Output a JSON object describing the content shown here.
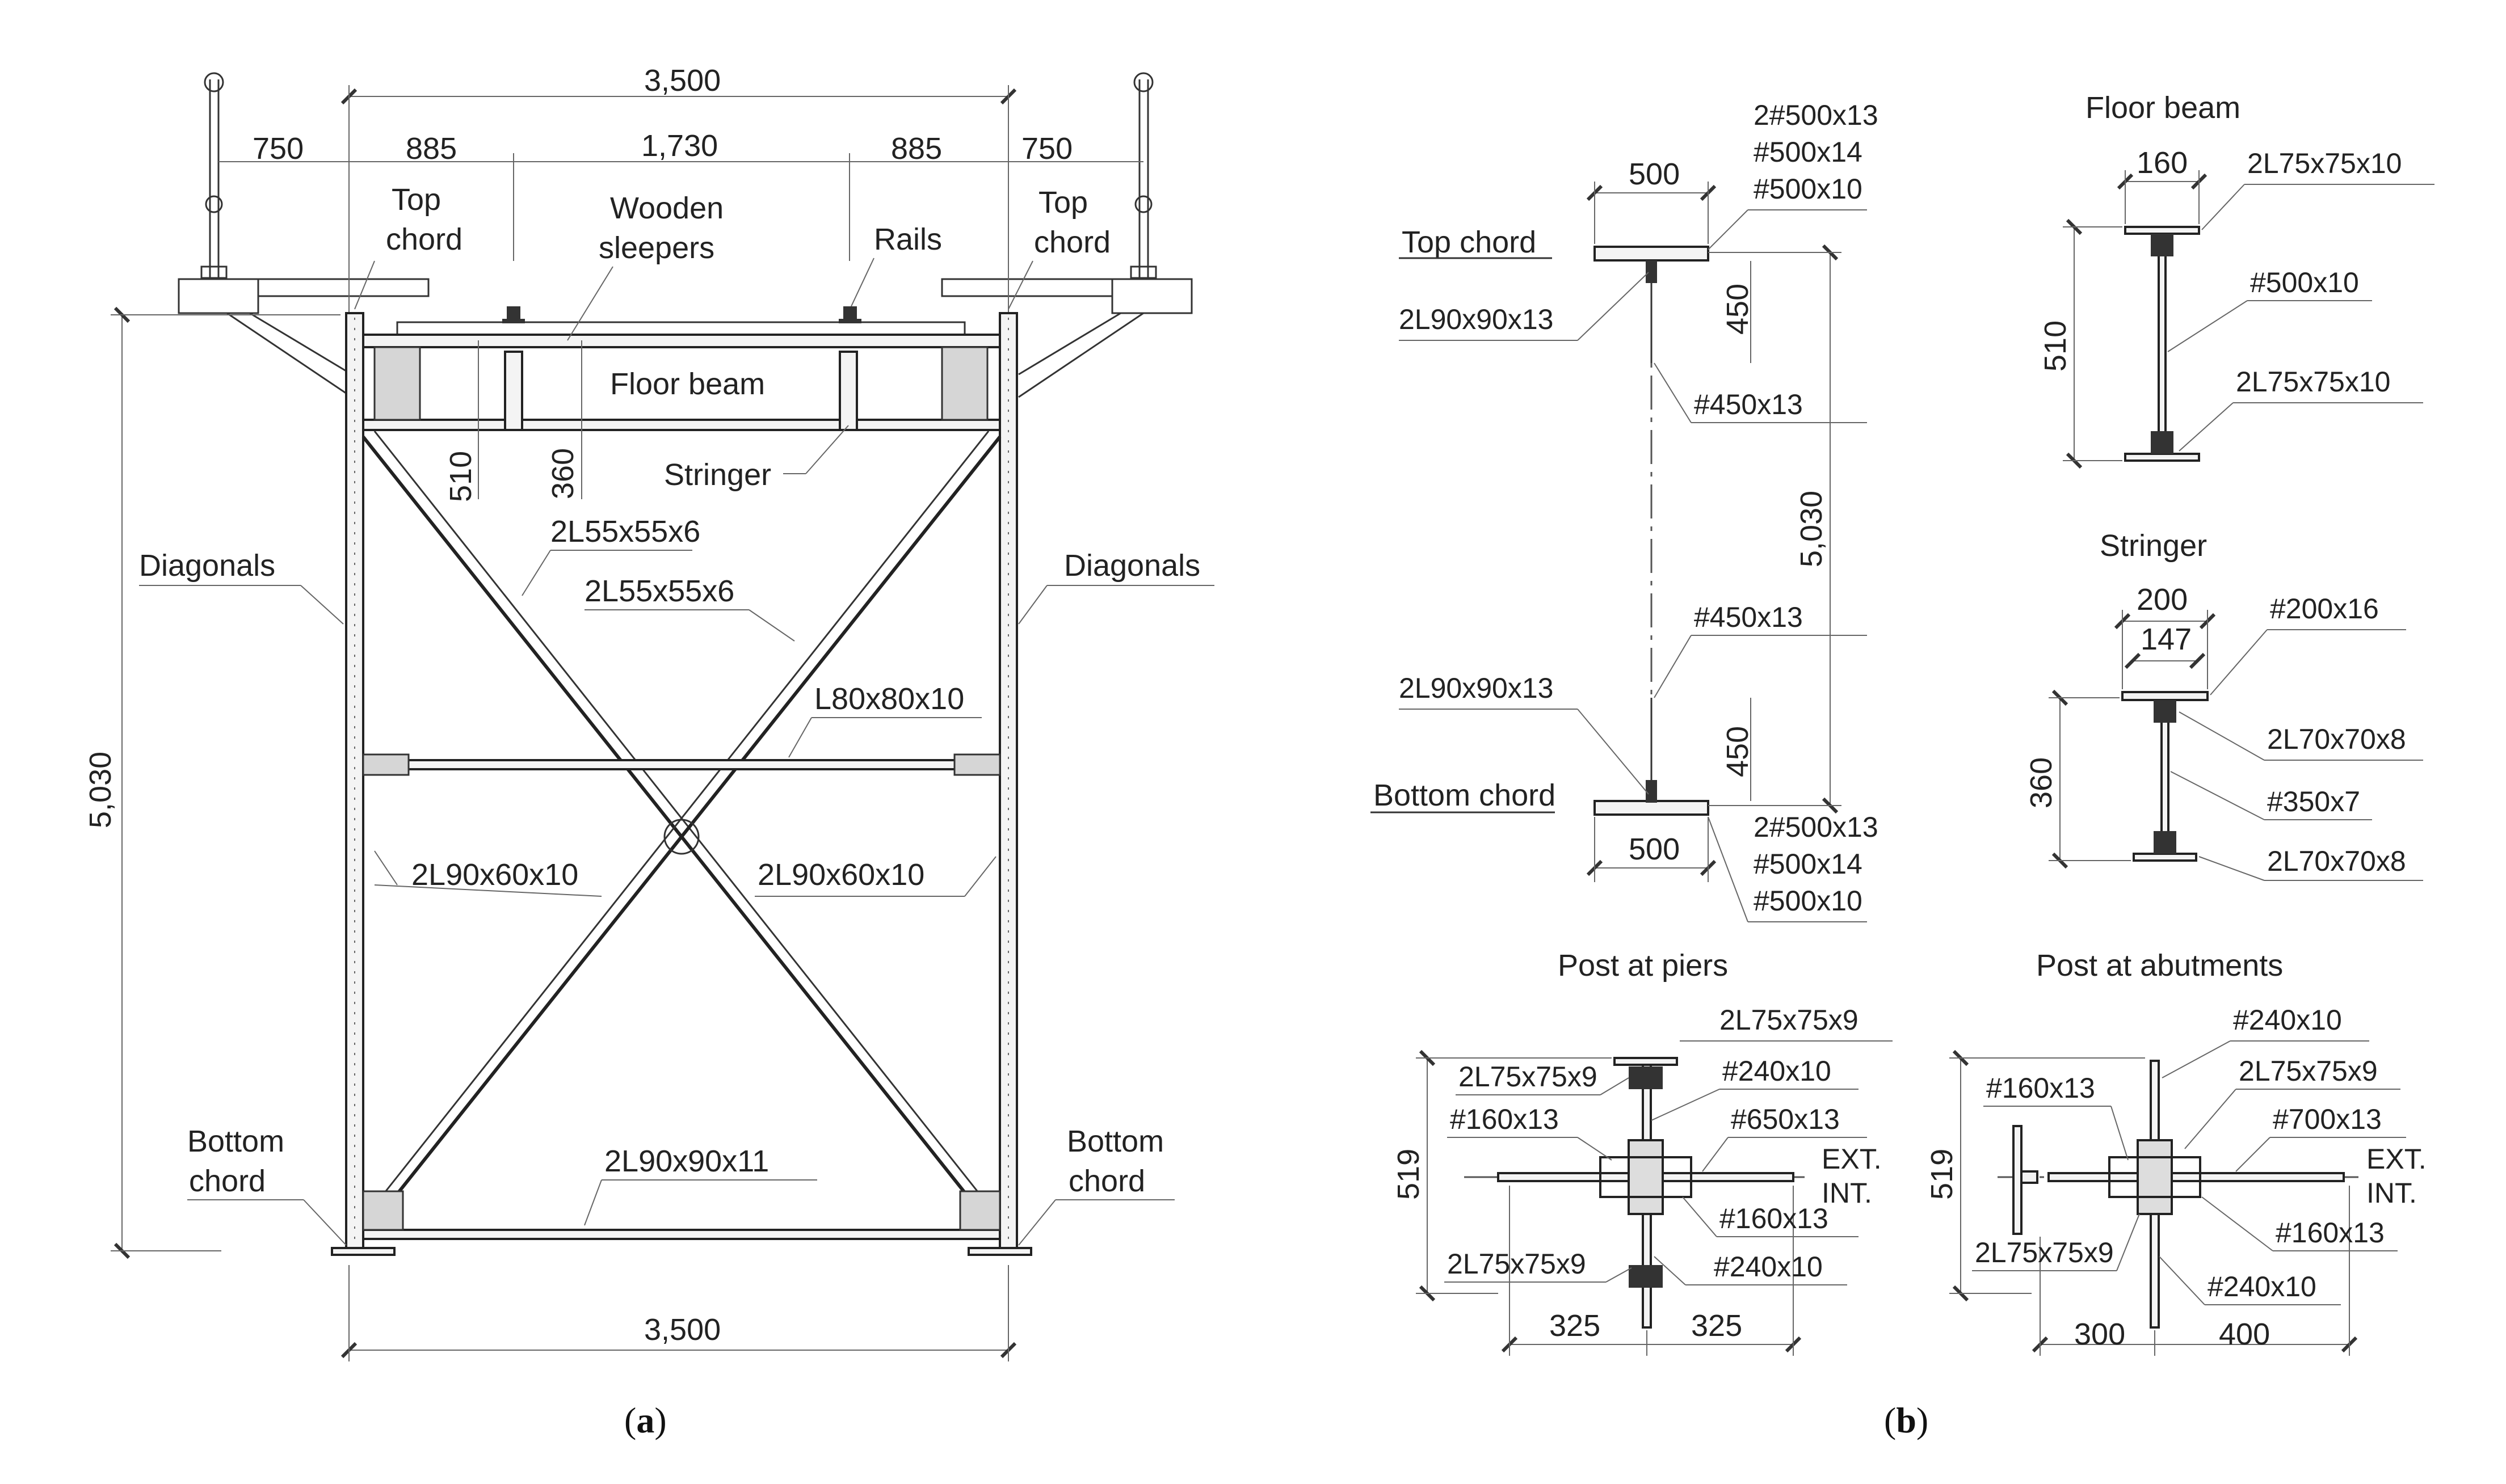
{
  "panel_a": {
    "caption_letter": "a",
    "dims": {
      "overall_top": "3,500",
      "overall_bottom": "3,500",
      "left_cantilever": "750",
      "right_cantilever": "750",
      "left_rail_offset": "885",
      "right_rail_offset": "885",
      "rail_gauge": "1,730",
      "height": "5,030",
      "floor_beam_depth": "510",
      "stringer_depth": "360"
    },
    "labels": {
      "top_chord_left_1": "Top",
      "top_chord_left_2": "chord",
      "top_chord_right_1": "Top",
      "top_chord_right_2": "chord",
      "wooden_1": "Wooden",
      "wooden_2": "sleepers",
      "rails": "Rails",
      "floor_beam": "Floor beam",
      "stringer": "Stringer",
      "upper_brace_1": "2L55x55x6",
      "upper_brace_2": "2L55x55x6",
      "diagonals_left": "Diagonals",
      "diagonals_right": "Diagonals",
      "mid_strut": "L80x80x10",
      "post_left": "2L90x60x10",
      "post_right": "2L90x60x10",
      "bottom_strut": "2L90x90x11",
      "bottom_chord_left_1": "Bottom",
      "bottom_chord_left_2": "chord",
      "bottom_chord_right_1": "Bottom",
      "bottom_chord_right_2": "chord"
    }
  },
  "panel_b": {
    "caption_letter": "b",
    "chord": {
      "top_title": "Top chord",
      "bottom_title": "Bottom chord",
      "top_width": "500",
      "bottom_width": "500",
      "top_plates": [
        "2#500x13",
        "#500x14",
        "#500x10"
      ],
      "bottom_plates": [
        "2#500x13",
        "#500x14",
        "#500x10"
      ],
      "top_angles": "2L90x90x13",
      "bottom_angles": "2L90x90x13",
      "top_web": "#450x13",
      "bottom_web": "#450x13",
      "top_web_depth": "450",
      "bottom_web_depth": "450",
      "height": "5,030"
    },
    "floor_beam": {
      "title": "Floor beam",
      "flange_width": "160",
      "top_angles": "2L75x75x10",
      "web": "#500x10",
      "bottom_angles": "2L75x75x10",
      "depth": "510"
    },
    "stringer": {
      "title": "Stringer",
      "width_outer": "200",
      "width_inner": "147",
      "plate": "#200x16",
      "top_angles": "2L70x70x8",
      "web": "#350x7",
      "bottom_angles": "2L70x70x8",
      "depth": "360"
    },
    "post_piers": {
      "title": "Post at piers",
      "top_angles": "2L75x75x9",
      "left_angles": "2L75x75x9",
      "top_plate": "#240x10",
      "left_plate": "#160x13",
      "main_plate": "#650x13",
      "right_plate": "#160x13",
      "bottom_left_angles": "2L75x75x9",
      "bottom_plate": "#240x10",
      "ext": "EXT.",
      "int": "INT.",
      "depth": "519",
      "left_width": "325",
      "right_width": "325"
    },
    "post_abutments": {
      "title": "Post at abutments",
      "top_plate": "#240x10",
      "top_angles": "2L75x75x9",
      "left_plate": "#160x13",
      "main_plate": "#700x13",
      "ext": "EXT.",
      "int": "INT.",
      "right_plate": "#160x13",
      "bottom_left_angles": "2L75x75x9",
      "bottom_plate": "#240x10",
      "depth": "519",
      "left_width": "300",
      "right_width": "400"
    }
  }
}
